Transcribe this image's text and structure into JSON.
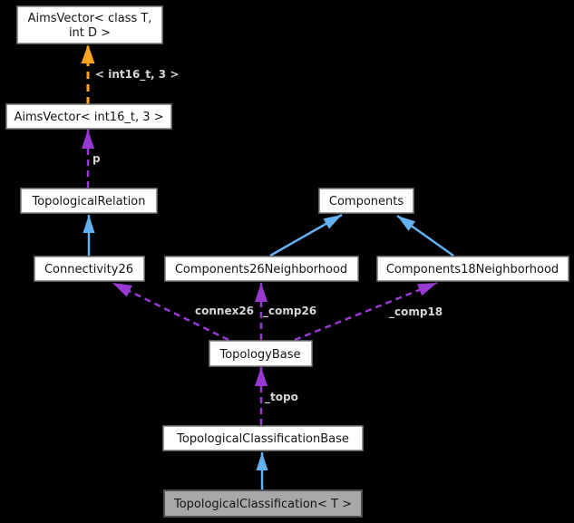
{
  "diagram_type": "collaboration-graph",
  "colors": {
    "background": "#000000",
    "node_fill": "#ffffff",
    "node_border": "#7a7a7a",
    "node_text": "#141414",
    "current_node_fill": "#a8a8a8",
    "current_node_border": "#4f4f4f",
    "inheritance_arrow": "#63b1f2",
    "usage_arrow": "#9939d4",
    "template_arrow": "#ffa41e",
    "edge_label_text": "#d6d6d6"
  },
  "nodes": {
    "aims_vector_template": {
      "line1": "AimsVector< class T,",
      "line2": "int D >"
    },
    "aims_vector_int16": {
      "label": "AimsVector< int16_t, 3 >"
    },
    "topological_relation": {
      "label": "TopologicalRelation"
    },
    "connectivity26": {
      "label": "Connectivity26"
    },
    "components": {
      "label": "Components"
    },
    "components26_neighborhood": {
      "label": "Components26Neighborhood"
    },
    "components18_neighborhood": {
      "label": "Components18Neighborhood"
    },
    "topology_base": {
      "label": "TopologyBase"
    },
    "topological_classification_base": {
      "label": "TopologicalClassificationBase"
    },
    "topological_classification": {
      "label": "TopologicalClassification< T >"
    }
  },
  "edge_labels": {
    "template_args": "< int16_t, 3 >",
    "p": "p",
    "connex26": "connex26",
    "comp26": "_comp26",
    "comp18": "_comp18",
    "topo": "_topo"
  }
}
